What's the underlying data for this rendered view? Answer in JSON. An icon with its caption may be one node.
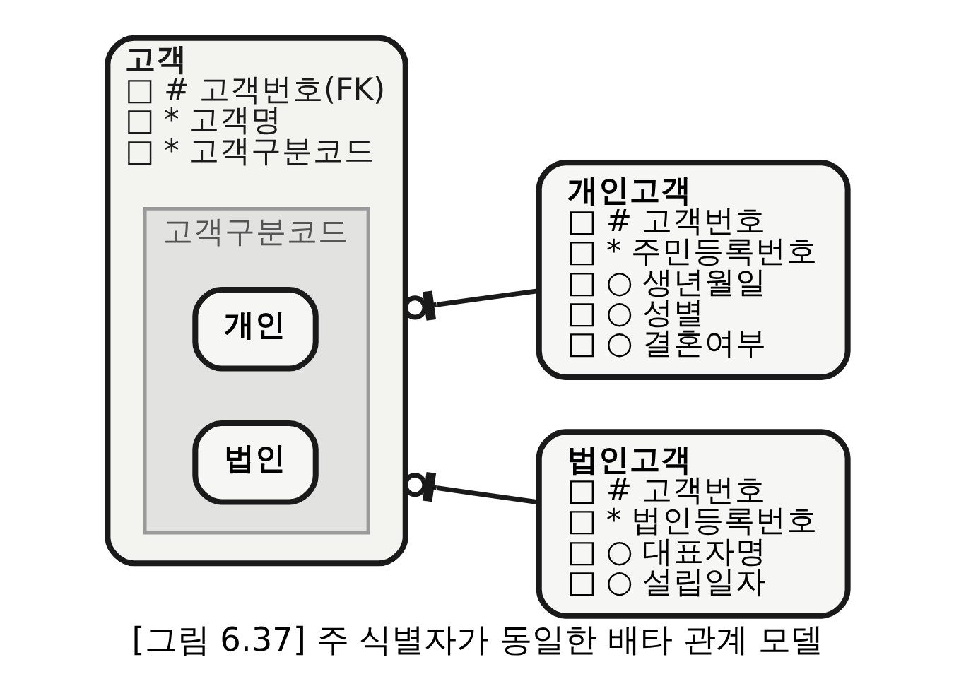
{
  "diagram": {
    "caption": "[그림 6.37] 주 식별자가 동일한 배타 관계 모델",
    "nodes": [
      {
        "text": [
          "고객",
          "□ # 고객번호(FK)",
          "□ * 고객명",
          "□ * 고객구분코드"
        ]
      },
      {
        "text": [
          "고객구분코드"
        ],
        "in": 0
      },
      {
        "text": [
          "개인"
        ],
        "in": 1
      },
      {
        "text": [
          "법인"
        ],
        "in": 1
      },
      {
        "text": [
          "개인고객",
          "□ # 고객번호",
          "□ * 주민등록번호",
          "□ ○ 생년월일",
          "□ ○ 성별",
          "□ ○ 결혼여부"
        ]
      },
      {
        "text": [
          "법인고객",
          "□ # 고객번호",
          "□ * 법인등록번호",
          "□ ○ 대표자명",
          "□ ○ 설립일자"
        ]
      }
    ],
    "edges": [
      {
        "from": 0,
        "to": 4,
        "arrow": "other"
      },
      {
        "from": 0,
        "to": 5,
        "arrow": "other"
      }
    ]
  }
}
